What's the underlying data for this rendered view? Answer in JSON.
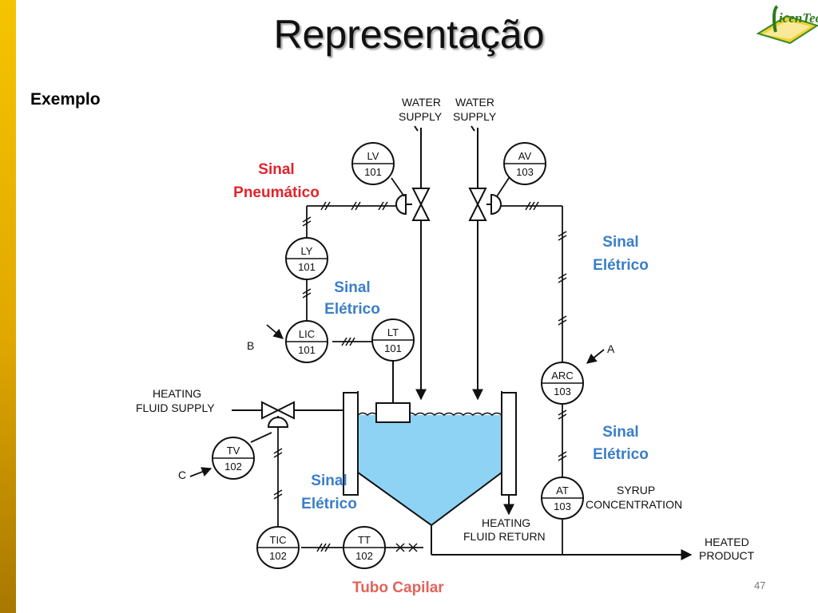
{
  "slide": {
    "title": "Representação",
    "subtitle": "Exemplo",
    "page_number": "47",
    "logo_text": "LicenTec"
  },
  "colors": {
    "accent_bar": "#f5c400",
    "pneumatic_label": "#e0242a",
    "electric_label": "#3a7ec8",
    "capillary_label": "#e0645a",
    "tank_fluid": "#8fd3f4"
  },
  "diagram": {
    "labels": {
      "water_supply_1": [
        "WATER",
        "SUPPLY"
      ],
      "water_supply_2": [
        "WATER",
        "SUPPLY"
      ],
      "heating_fluid_supply": [
        "HEATING",
        "FLUID SUPPLY"
      ],
      "heating_fluid_return": [
        "HEATING",
        "FLUID RETURN"
      ],
      "syrup_concentration": [
        "SYRUP",
        "CONCENTRATION"
      ],
      "heated_product": [
        "HEATED",
        "PRODUCT"
      ],
      "input_a": "A",
      "input_b": "B",
      "input_c": "C"
    },
    "instruments": {
      "lv": {
        "letters": "LV",
        "number": "101"
      },
      "av": {
        "letters": "AV",
        "number": "103"
      },
      "ly": {
        "letters": "LY",
        "number": "101"
      },
      "lic": {
        "letters": "LIC",
        "number": "101"
      },
      "lt": {
        "letters": "LT",
        "number": "101"
      },
      "arc": {
        "letters": "ARC",
        "number": "103"
      },
      "at": {
        "letters": "AT",
        "number": "103"
      },
      "tv": {
        "letters": "TV",
        "number": "102"
      },
      "tic": {
        "letters": "TIC",
        "number": "102"
      },
      "tt": {
        "letters": "TT",
        "number": "102"
      }
    },
    "annotations": {
      "pneumatic": [
        "Sinal",
        "Pneumático"
      ],
      "electric_ly_lic": [
        "Sinal",
        "Elétrico"
      ],
      "electric_av": [
        "Sinal",
        "Elétrico"
      ],
      "electric_arc_at": [
        "Sinal",
        "Elétrico"
      ],
      "electric_tv_tic": [
        "Sinal",
        "Elétrico"
      ],
      "capillary": "Tubo Capilar"
    }
  }
}
